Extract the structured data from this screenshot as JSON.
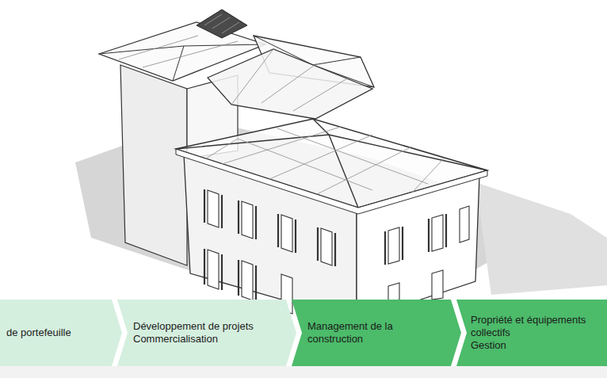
{
  "diagram": {
    "nodes": [
      {
        "text": [
          "de portefeuille"
        ]
      },
      {
        "text": [
          "Développement de projets",
          "Commercialisation"
        ]
      },
      {
        "text": [
          "Management de la construction"
        ]
      },
      {
        "text": [
          "Propriété et équipements collectifs",
          "Gestion"
        ]
      }
    ]
  }
}
